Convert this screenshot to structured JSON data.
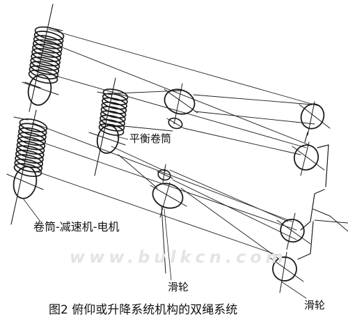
{
  "figure": {
    "caption": "图2 俯仰或升降系统机构的双绳系统",
    "watermark": "www.bulkcn.com"
  },
  "labels": {
    "drum_reducer_motor": "卷筒-减速机-电机",
    "balance_drum": "平衡卷筒",
    "pulley_left": "滑轮",
    "pulley_right": "滑轮"
  },
  "colors": {
    "line": "#1a1a1a",
    "background": "#ffffff",
    "watermark": "#e4e4e4"
  }
}
